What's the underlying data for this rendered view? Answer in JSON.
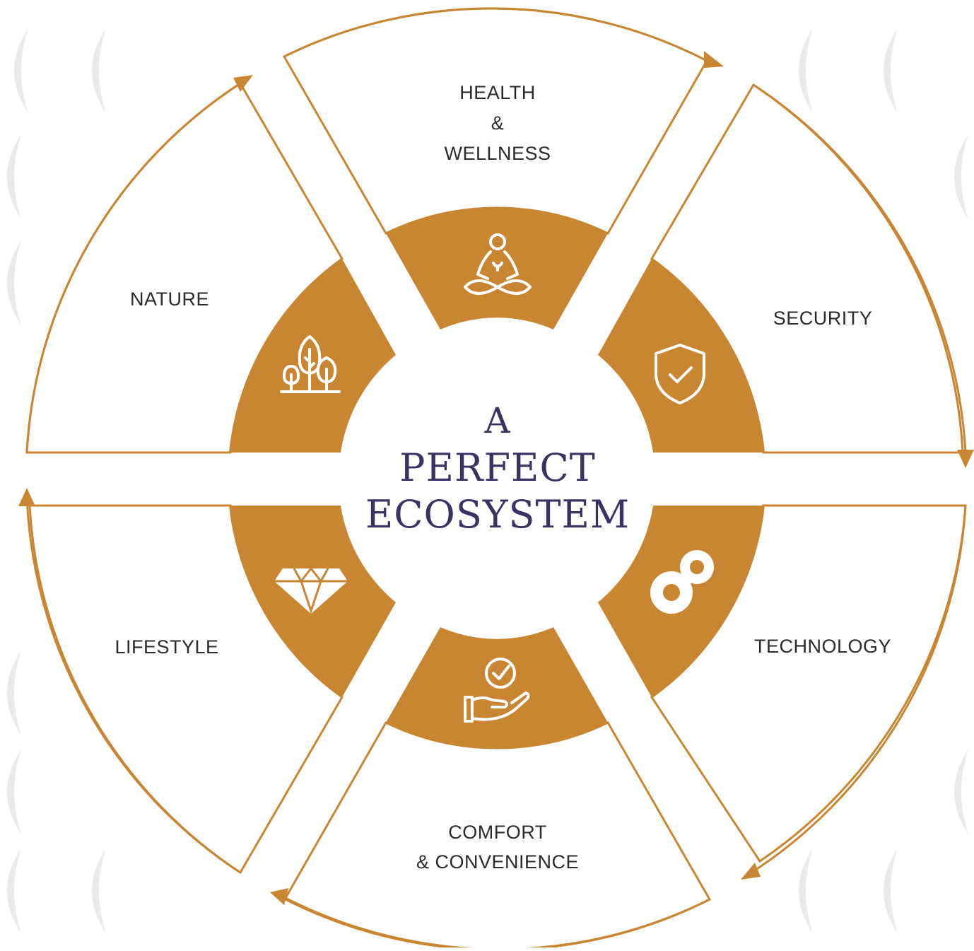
{
  "center": {
    "line1": "A",
    "line2": "PERFECT",
    "line3": "ECOSYSTEM"
  },
  "segments": [
    {
      "id": "health",
      "lines": [
        "HEALTH",
        "&",
        "WELLNESS"
      ],
      "icon": "meditation-icon"
    },
    {
      "id": "security",
      "lines": [
        "SECURITY"
      ],
      "icon": "shield-check-icon"
    },
    {
      "id": "technology",
      "lines": [
        "TECHNOLOGY"
      ],
      "icon": "gears-icon"
    },
    {
      "id": "comfort",
      "lines": [
        "COMFORT",
        "& CONVENIENCE"
      ],
      "icon": "hand-check-icon"
    },
    {
      "id": "lifestyle",
      "lines": [
        "LIFESTYLE"
      ],
      "icon": "diamond-icon"
    },
    {
      "id": "nature",
      "lines": [
        "NATURE"
      ],
      "icon": "trees-icon"
    }
  ],
  "colors": {
    "accent": "#c98632",
    "title": "#3b3163",
    "label": "#2b2b2b",
    "background": "#ffffff",
    "watermark": "#d9d9d9"
  }
}
